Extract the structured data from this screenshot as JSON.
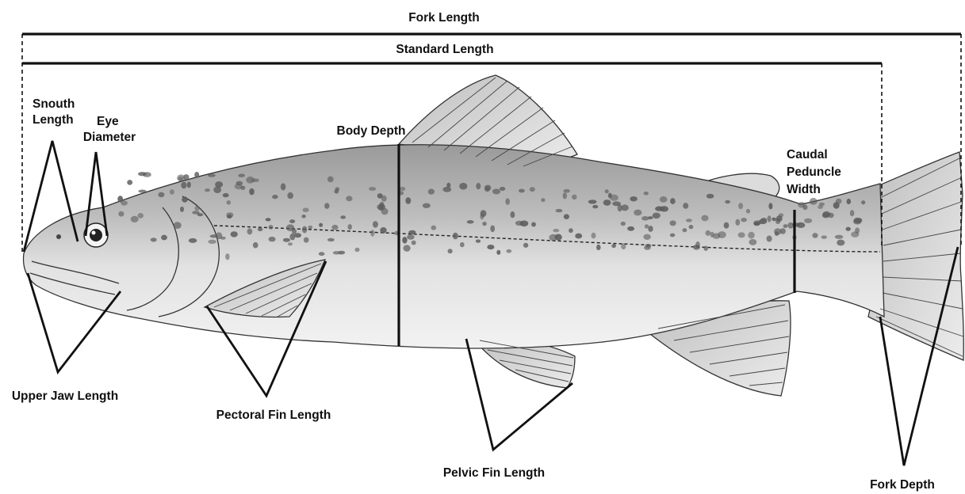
{
  "labels": {
    "fork_length": "Fork Length",
    "standard_length": "Standard Length",
    "snout_length": [
      "Snouth",
      "Length"
    ],
    "eye_diameter": [
      "Eye",
      "Diameter"
    ],
    "body_depth": "Body Depth",
    "caudal_peduncle_width": [
      "Caudal",
      "Peduncle",
      "Width"
    ],
    "upper_jaw_length": "Upper Jaw Length",
    "pectoral_fin_length": "Pectoral Fin Length",
    "pelvic_fin_length": "Pelvic Fin Length",
    "fork_depth": "Fork Depth"
  },
  "colors": {
    "line": "#111111",
    "fish_body": "#c9c9c9",
    "fish_belly": "#ededed",
    "fin": "#d6d6d6",
    "spot": "#5c5c5c"
  }
}
